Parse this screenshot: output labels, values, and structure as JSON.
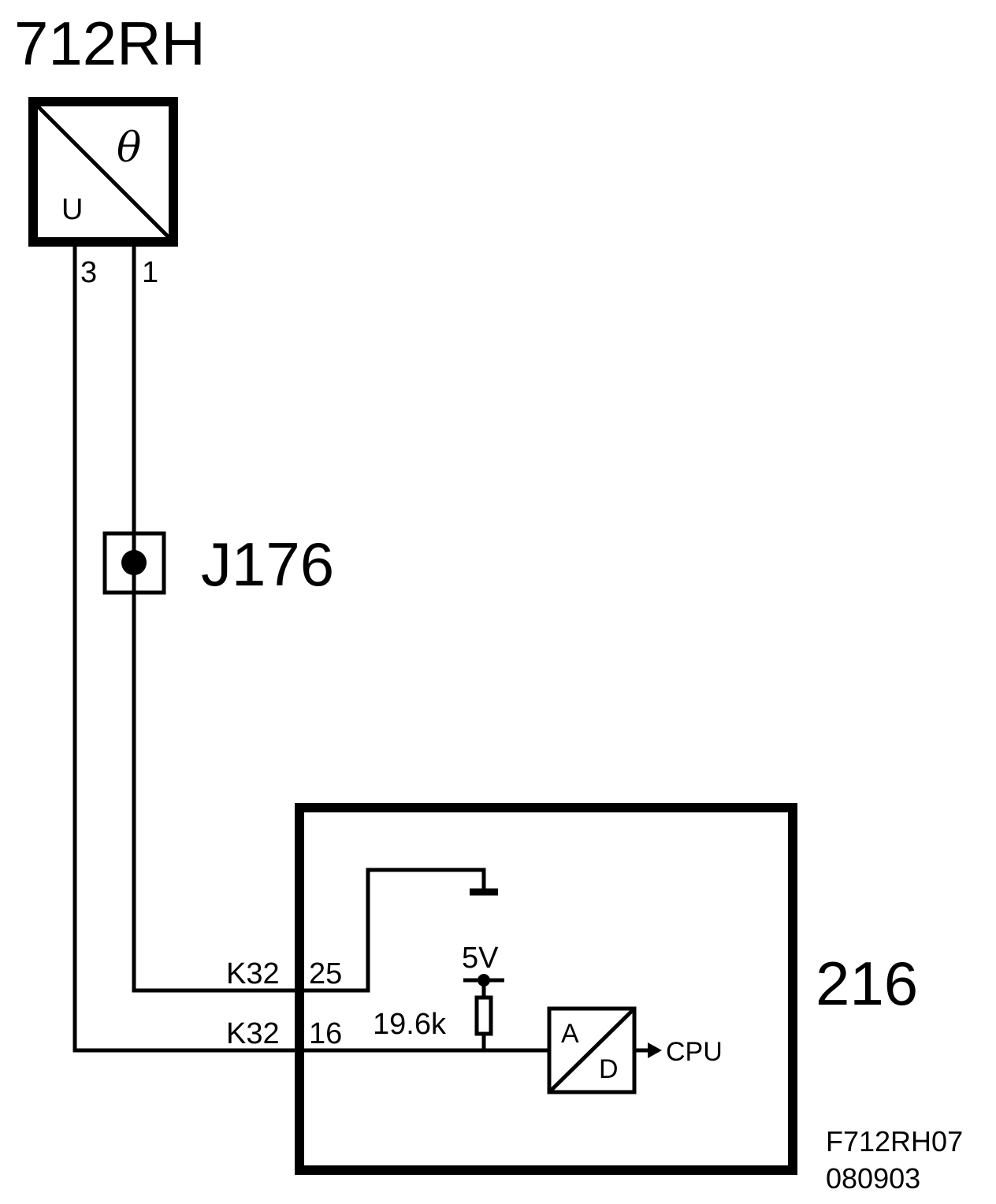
{
  "sensor": {
    "id": "712RH",
    "symbol_top": "θ",
    "symbol_bottom": "U",
    "pin_left": "3",
    "pin_right": "1"
  },
  "junction": {
    "id": "J176"
  },
  "ecu": {
    "id": "216",
    "connector_upper": "K32",
    "pin_upper": "25",
    "connector_lower": "K32",
    "pin_lower": "16",
    "supply_label": "5V",
    "resistor_label": "19.6k",
    "adc_top": "A",
    "adc_bottom": "D",
    "output_label": "CPU"
  },
  "footer": {
    "drawing_code": "F712RH07",
    "date_code": "080903"
  },
  "icons": [
    "temperature-sensor-icon",
    "splice-junction-icon",
    "ground-icon",
    "resistor-icon",
    "adc-converter-icon",
    "arrow-right-icon"
  ]
}
